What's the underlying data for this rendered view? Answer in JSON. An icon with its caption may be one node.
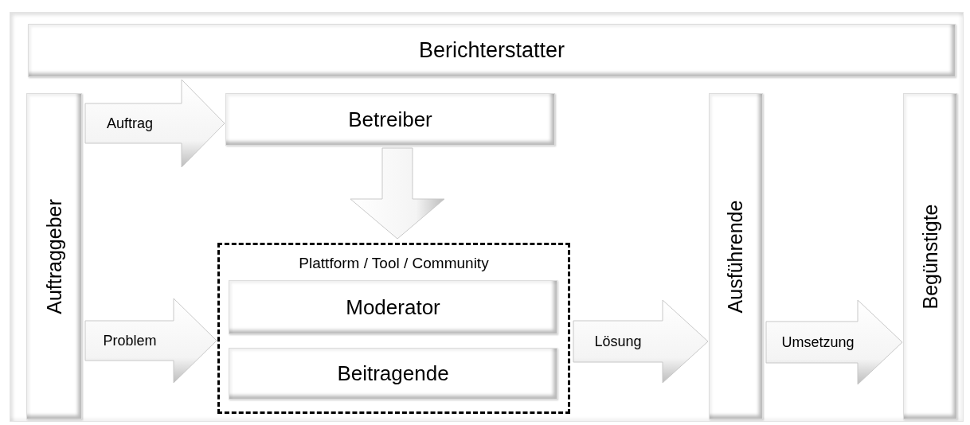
{
  "diagram": {
    "nodes": [
      {
        "text": [
          "Berichterstatter"
        ]
      },
      {
        "text": [
          "Auftraggeber"
        ]
      },
      {
        "text": [
          "Betreiber"
        ]
      },
      {
        "text": [
          "Plattform / Tool / Community"
        ]
      },
      {
        "text": [
          "Moderator"
        ],
        "in": 3
      },
      {
        "text": [
          "Beitragende"
        ],
        "in": 3
      },
      {
        "text": [
          "Ausführende"
        ]
      },
      {
        "text": [
          "Begünstigte"
        ]
      }
    ],
    "edges": [
      {
        "from": 1,
        "to": 2,
        "arrow": "to",
        "label": "Auftrag"
      },
      {
        "from": 2,
        "to": 3,
        "arrow": "to"
      },
      {
        "from": 1,
        "to": 3,
        "arrow": "to",
        "label": "Problem"
      },
      {
        "from": 3,
        "to": 6,
        "arrow": "to",
        "label": "Lösung"
      },
      {
        "from": 6,
        "to": 7,
        "arrow": "to",
        "label": "Umsetzung"
      }
    ]
  }
}
